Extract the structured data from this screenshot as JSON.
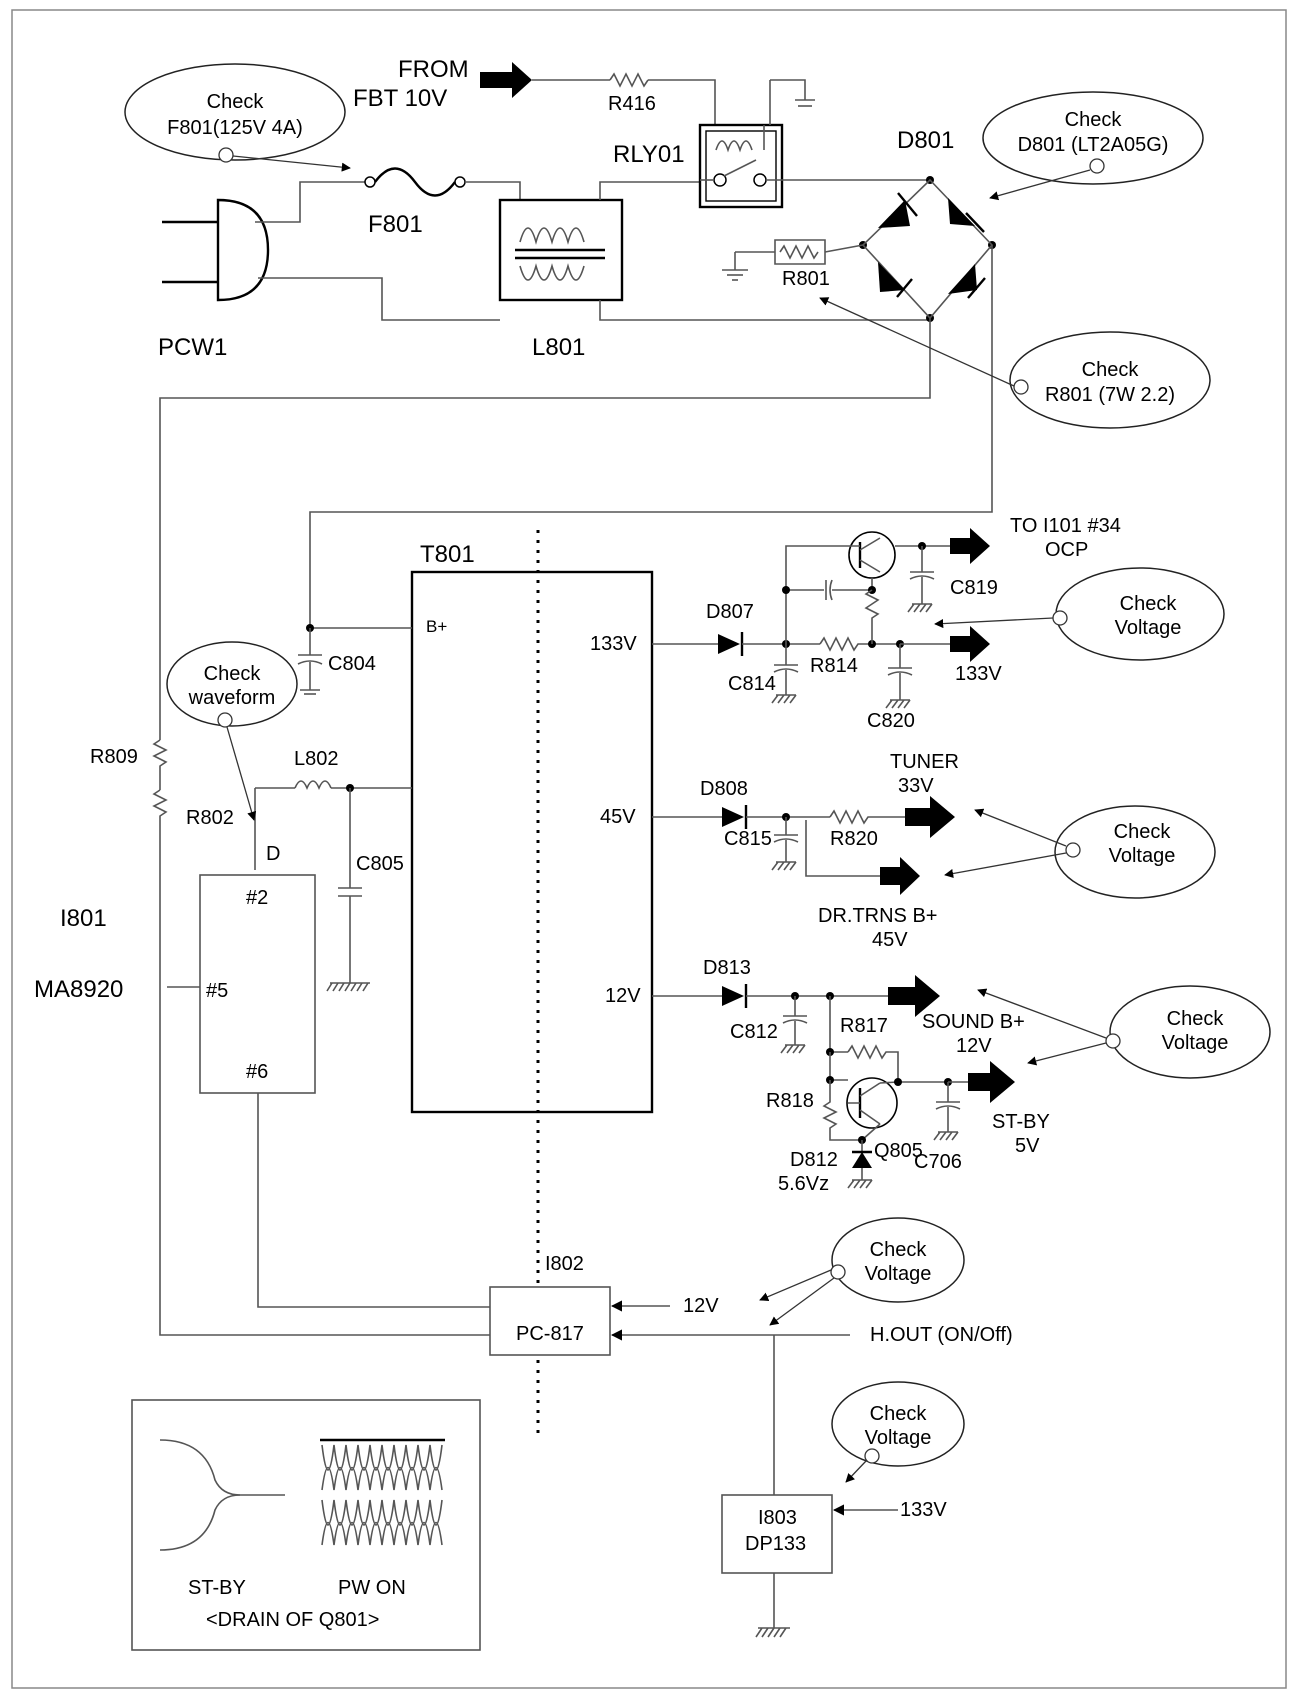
{
  "check_callouts": [
    {
      "line1": "Check",
      "line2": "F801(125V 4A)"
    },
    {
      "line1": "Check",
      "line2": "D801 (LT2A05G)"
    },
    {
      "line1": "Check",
      "line2": "R801 (7W 2.2)"
    },
    {
      "line1": "Check",
      "line2": "waveform"
    },
    {
      "line1": "Check",
      "line2": "Voltage"
    },
    {
      "line1": "Check",
      "line2": "Voltage"
    },
    {
      "line1": "Check",
      "line2": "Voltage"
    },
    {
      "line1": "Check",
      "line2": "Voltage"
    },
    {
      "line1": "Check",
      "line2": "Voltage"
    }
  ],
  "components": {
    "pcw1": "PCW1",
    "f801": "F801",
    "l801": "L801",
    "rly01": "RLY01",
    "r416": "R416",
    "d801": "D801",
    "r801": "R801",
    "t801": "T801",
    "c804": "C804",
    "r809": "R809",
    "r802": "R802",
    "l802": "L802",
    "c805": "C805",
    "i801": "I801",
    "ma8920": "MA8920",
    "d807": "D807",
    "c814": "C814",
    "r814": "R814",
    "c820": "C820",
    "c819": "C819",
    "d808": "D808",
    "c815": "C815",
    "r820": "R820",
    "d813": "D813",
    "c812": "C812",
    "r817": "R817",
    "r818": "R818",
    "q805": "Q805",
    "d812": "D812",
    "d812_value": "5.6Vz",
    "c706": "C706",
    "i802": "I802",
    "pc817": "PC-817",
    "i803": "I803",
    "dp133": "DP133"
  },
  "pins": {
    "b_plus": "B+",
    "v133": "133V",
    "v45": "45V",
    "v12": "12V",
    "pin2": "#2",
    "pin5": "#5",
    "pin6": "#6",
    "d": "D"
  },
  "signals": {
    "from_fbt_line1": "FROM",
    "from_fbt_line2": "FBT 10V",
    "to_i101_line1": "TO I101 #34",
    "to_i101_line2": "OCP",
    "out_133v": "133V",
    "tuner_line1": "TUNER",
    "tuner_line2": "33V",
    "drtrns_line1": "DR.TRNS B+",
    "drtrns_line2": "45V",
    "sound_line1": "SOUND B+",
    "sound_line2": "12V",
    "stby_line1": "ST-BY",
    "stby_line2": "5V",
    "pc817_12v": "12V",
    "h_out": "H.OUT (ON/Off)",
    "dp133_133v": "133V"
  },
  "legend": {
    "st_by": "ST-BY",
    "pw_on": "PW ON",
    "caption": "<DRAIN OF Q801>"
  }
}
